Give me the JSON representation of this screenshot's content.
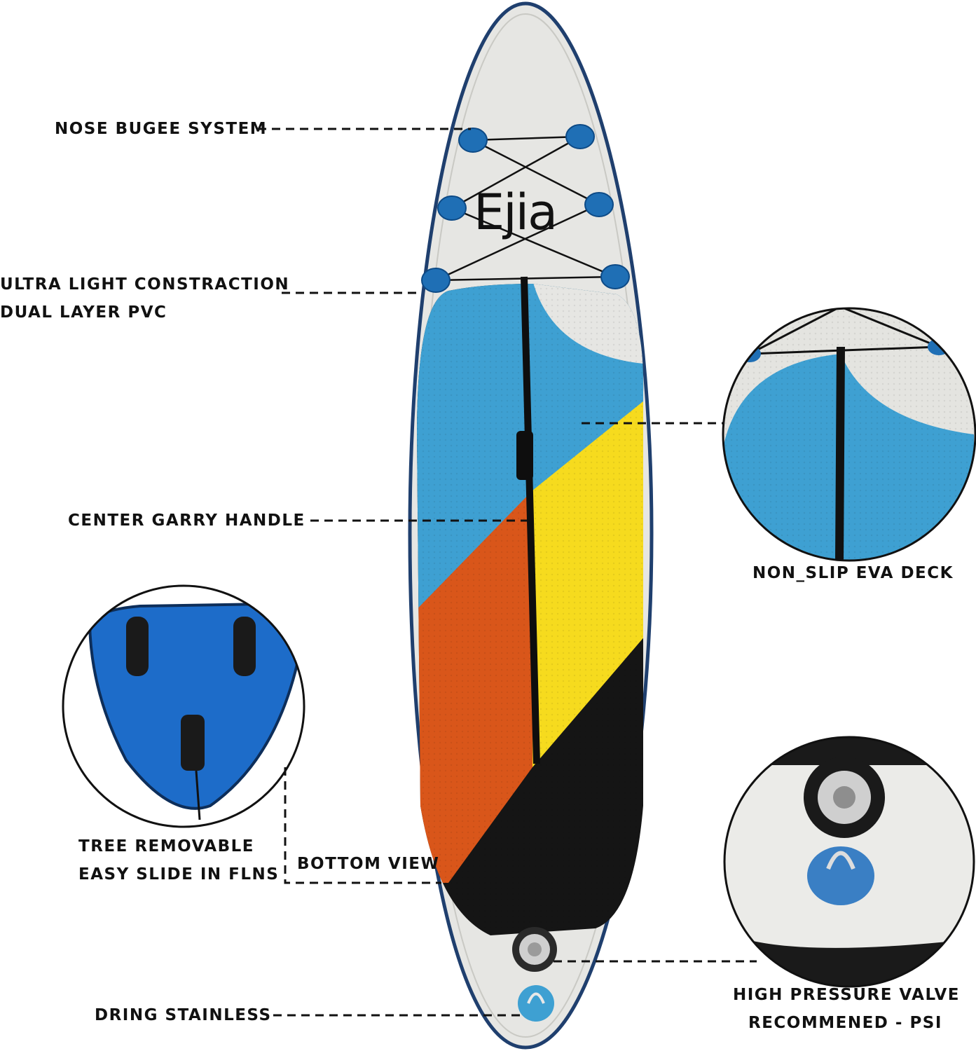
{
  "brand": "Ejia",
  "labels": {
    "nose_bungee": "NOSE BUGEE SYSTEM",
    "construction_line1": "ULTRA LIGHT CONSTRACTION",
    "construction_line2": "DUAL LAYER PVC",
    "center_handle": "CENTER GARRY HANDLE",
    "non_slip_deck": "NON_SLIP EVA DECK",
    "fins_line1": "TREE REMOVABLE",
    "fins_line2": "EASY SLIDE IN FLNS",
    "bottom_view": "BOTTOM VIEW",
    "valve_line1": "HIGH PRESSURE VALVE",
    "valve_line2": "RECOMMENED - PSI",
    "dring": "DRING STAINLESS"
  },
  "colors": {
    "board_body": "#e6e6e3",
    "rail": "#1f3f6e",
    "deck_blue": "#3ea0d2",
    "deck_yellow": "#f6db1e",
    "deck_orange": "#d9561a",
    "deck_black": "#151515",
    "tie_down": "#1f6fb5",
    "fin_blue": "#1d6cc9"
  }
}
